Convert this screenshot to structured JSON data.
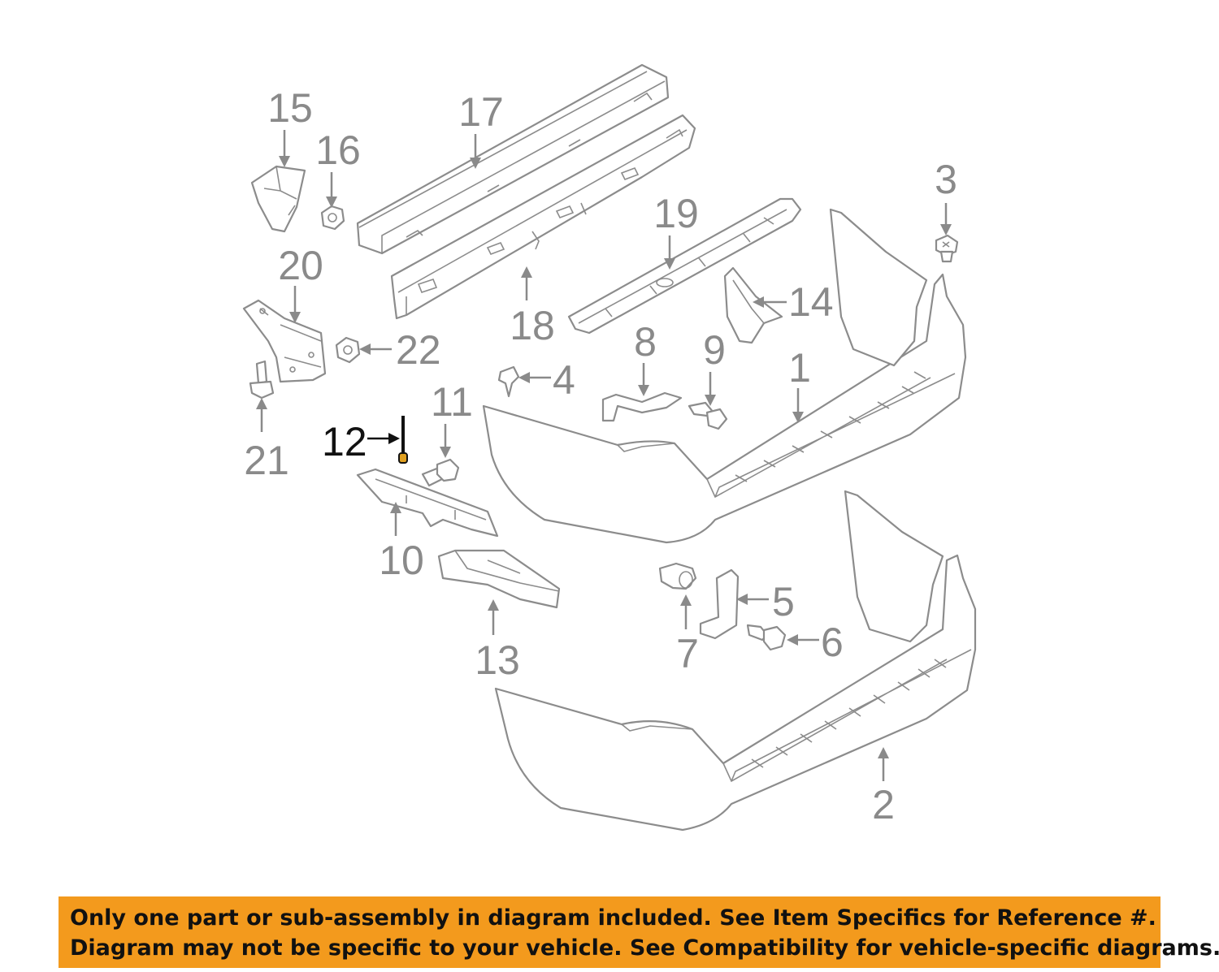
{
  "callouts": [
    {
      "id": "1",
      "label": "1",
      "highlighted": false
    },
    {
      "id": "2",
      "label": "2",
      "highlighted": false
    },
    {
      "id": "3",
      "label": "3",
      "highlighted": false
    },
    {
      "id": "4",
      "label": "4",
      "highlighted": false
    },
    {
      "id": "5",
      "label": "5",
      "highlighted": false
    },
    {
      "id": "6",
      "label": "6",
      "highlighted": false
    },
    {
      "id": "7",
      "label": "7",
      "highlighted": false
    },
    {
      "id": "8",
      "label": "8",
      "highlighted": false
    },
    {
      "id": "9",
      "label": "9",
      "highlighted": false
    },
    {
      "id": "10",
      "label": "10",
      "highlighted": false
    },
    {
      "id": "11",
      "label": "11",
      "highlighted": false
    },
    {
      "id": "12",
      "label": "12",
      "highlighted": true
    },
    {
      "id": "13",
      "label": "13",
      "highlighted": false
    },
    {
      "id": "14",
      "label": "14",
      "highlighted": false
    },
    {
      "id": "15",
      "label": "15",
      "highlighted": false
    },
    {
      "id": "16",
      "label": "16",
      "highlighted": false
    },
    {
      "id": "17",
      "label": "17",
      "highlighted": false
    },
    {
      "id": "18",
      "label": "18",
      "highlighted": false
    },
    {
      "id": "19",
      "label": "19",
      "highlighted": false
    },
    {
      "id": "20",
      "label": "20",
      "highlighted": false
    },
    {
      "id": "21",
      "label": "21",
      "highlighted": false
    },
    {
      "id": "22",
      "label": "22",
      "highlighted": false
    }
  ],
  "banner": {
    "line1": "Only one part or sub-assembly in diagram included. See Item Specifics for Reference #.",
    "line2": "Diagram may not be specific to your vehicle. See Compatibility for vehicle-specific diagrams."
  },
  "colors": {
    "banner_background": "#f39a1d",
    "line_art": "#8c8c8c",
    "highlight": "#111111",
    "highlight_accent": "#e0a020"
  }
}
